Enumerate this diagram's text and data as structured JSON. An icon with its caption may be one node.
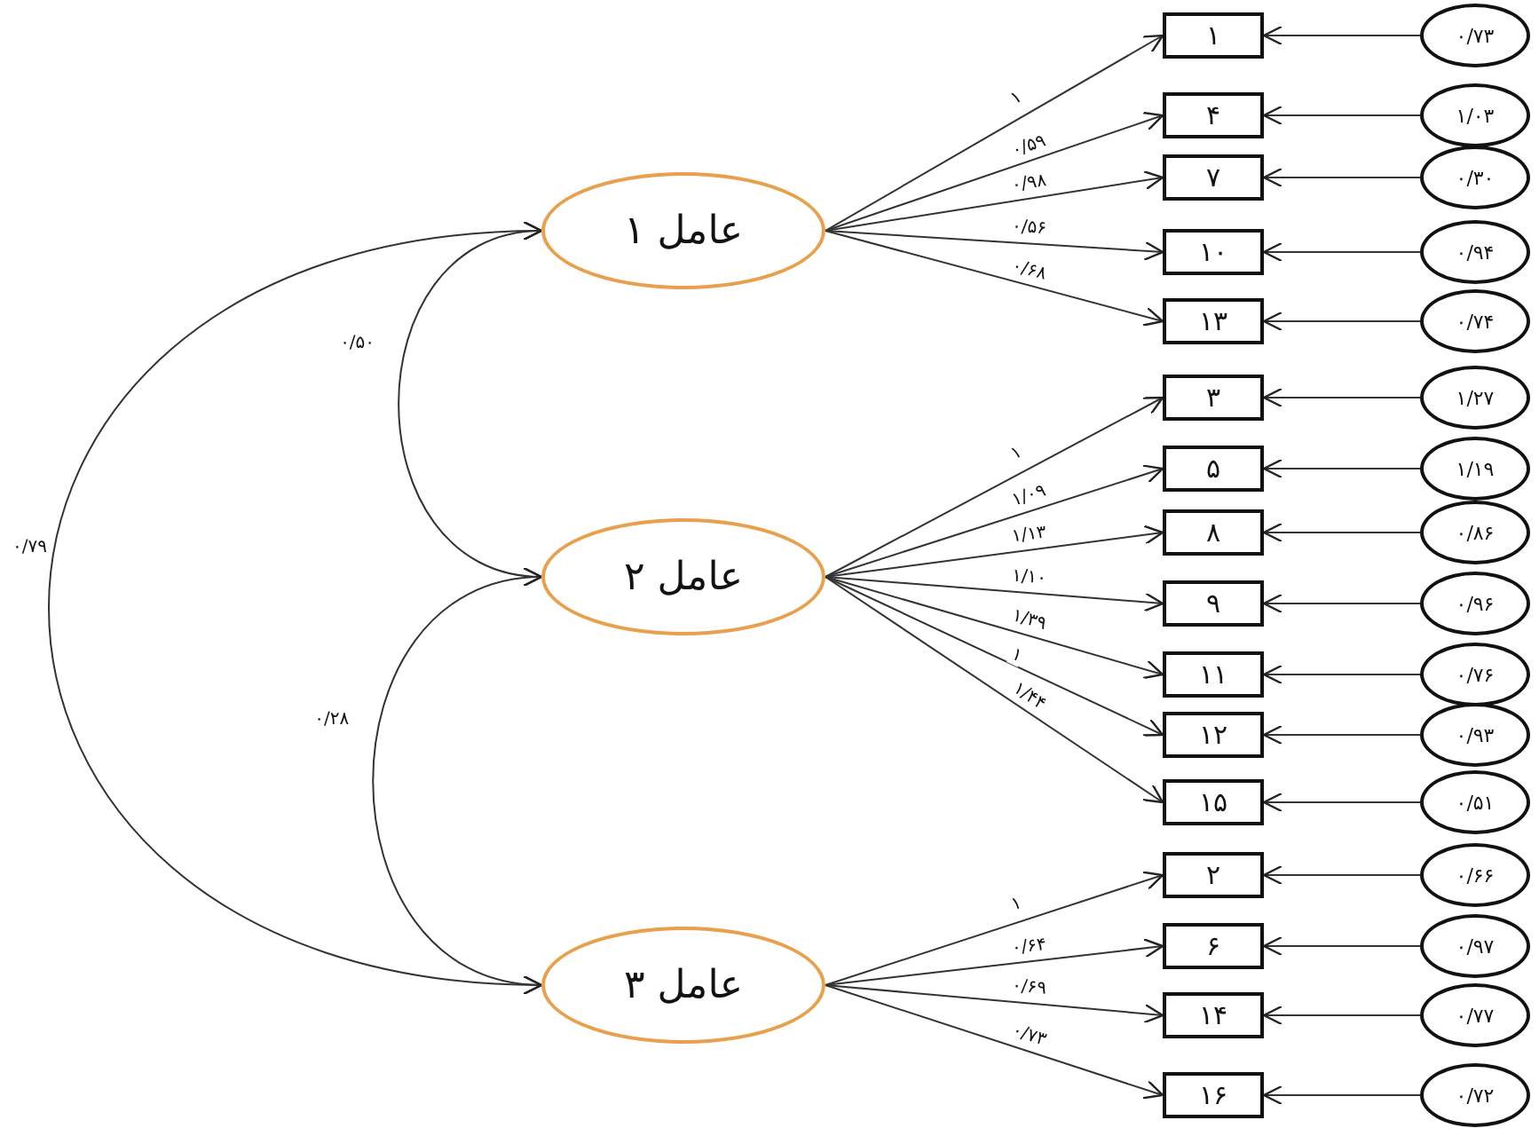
{
  "diagram": {
    "nodes": [
      {
        "text": [
          "عامل ۱"
        ]
      },
      {
        "text": [
          "عامل ۲"
        ]
      },
      {
        "text": [
          "عامل ۳"
        ]
      },
      {
        "text": [
          "۱"
        ]
      },
      {
        "text": [
          "۴"
        ]
      },
      {
        "text": [
          "۷"
        ]
      },
      {
        "text": [
          "۱۰"
        ]
      },
      {
        "text": [
          "۱۳"
        ]
      },
      {
        "text": [
          "۳"
        ]
      },
      {
        "text": [
          "۵"
        ]
      },
      {
        "text": [
          "۸"
        ]
      },
      {
        "text": [
          "۹"
        ]
      },
      {
        "text": [
          "۱۱"
        ]
      },
      {
        "text": [
          "۱۲"
        ]
      },
      {
        "text": [
          "۱۵"
        ]
      },
      {
        "text": [
          "۲"
        ]
      },
      {
        "text": [
          "۶"
        ]
      },
      {
        "text": [
          "۱۴"
        ]
      },
      {
        "text": [
          "۱۶"
        ]
      },
      {
        "text": [
          "۰/۷۳"
        ]
      },
      {
        "text": [
          "۱/۰۳"
        ]
      },
      {
        "text": [
          "۰/۳۰"
        ]
      },
      {
        "text": [
          "۰/۹۴"
        ]
      },
      {
        "text": [
          "۰/۷۴"
        ]
      },
      {
        "text": [
          "۱/۲۷"
        ]
      },
      {
        "text": [
          "۱/۱۹"
        ]
      },
      {
        "text": [
          "۰/۸۶"
        ]
      },
      {
        "text": [
          "۰/۹۶"
        ]
      },
      {
        "text": [
          "۰/۷۶"
        ]
      },
      {
        "text": [
          "۰/۹۳"
        ]
      },
      {
        "text": [
          "۰/۵۱"
        ]
      },
      {
        "text": [
          "۰/۶۶"
        ]
      },
      {
        "text": [
          "۰/۹۷"
        ]
      },
      {
        "text": [
          "۰/۷۷"
        ]
      },
      {
        "text": [
          "۰/۷۲"
        ]
      }
    ],
    "edges": [
      {
        "from": 0,
        "to": 1,
        "arrow": "both",
        "label": "۰/۵۰"
      },
      {
        "from": 1,
        "to": 2,
        "arrow": "both",
        "label": "۰/۲۸"
      },
      {
        "from": 0,
        "to": 2,
        "arrow": "both",
        "label": "۰/۷۹"
      },
      {
        "from": 0,
        "to": 3,
        "arrow": "to",
        "label": "۱"
      },
      {
        "from": 0,
        "to": 4,
        "arrow": "to",
        "label": "۰/۵۹"
      },
      {
        "from": 0,
        "to": 5,
        "arrow": "to",
        "label": "۰/۹۸"
      },
      {
        "from": 0,
        "to": 6,
        "arrow": "to",
        "label": "۰/۵۶"
      },
      {
        "from": 0,
        "to": 7,
        "arrow": "to",
        "label": "۰/۶۸"
      },
      {
        "from": 1,
        "to": 8,
        "arrow": "to",
        "label": "۱"
      },
      {
        "from": 1,
        "to": 9,
        "arrow": "to",
        "label": "۱/۰۹"
      },
      {
        "from": 1,
        "to": 10,
        "arrow": "to",
        "label": "۱/۱۳"
      },
      {
        "from": 1,
        "to": 11,
        "arrow": "to",
        "label": "۱/۱۰"
      },
      {
        "from": 1,
        "to": 12,
        "arrow": "to",
        "label": "۱/۳۹"
      },
      {
        "from": 1,
        "to": 13,
        "arrow": "to",
        "label": "۱"
      },
      {
        "from": 1,
        "to": 14,
        "arrow": "to",
        "label": "۱/۴۴"
      },
      {
        "from": 2,
        "to": 15,
        "arrow": "to",
        "label": "۱"
      },
      {
        "from": 2,
        "to": 16,
        "arrow": "to",
        "label": "۰/۶۴"
      },
      {
        "from": 2,
        "to": 17,
        "arrow": "to",
        "label": "۰/۶۹"
      },
      {
        "from": 2,
        "to": 18,
        "arrow": "to",
        "label": "۰/۷۳"
      },
      {
        "from": 19,
        "to": 3,
        "arrow": "to"
      },
      {
        "from": 20,
        "to": 4,
        "arrow": "to"
      },
      {
        "from": 21,
        "to": 5,
        "arrow": "to"
      },
      {
        "from": 22,
        "to": 6,
        "arrow": "to"
      },
      {
        "from": 23,
        "to": 7,
        "arrow": "to"
      },
      {
        "from": 24,
        "to": 8,
        "arrow": "to"
      },
      {
        "from": 25,
        "to": 9,
        "arrow": "to"
      },
      {
        "from": 26,
        "to": 10,
        "arrow": "to"
      },
      {
        "from": 27,
        "to": 11,
        "arrow": "to"
      },
      {
        "from": 28,
        "to": 12,
        "arrow": "to"
      },
      {
        "from": 29,
        "to": 13,
        "arrow": "to"
      },
      {
        "from": 30,
        "to": 14,
        "arrow": "to"
      },
      {
        "from": 31,
        "to": 15,
        "arrow": "to"
      },
      {
        "from": 32,
        "to": 16,
        "arrow": "to"
      },
      {
        "from": 33,
        "to": 17,
        "arrow": "to"
      },
      {
        "from": 34,
        "to": 18,
        "arrow": "to"
      }
    ]
  }
}
